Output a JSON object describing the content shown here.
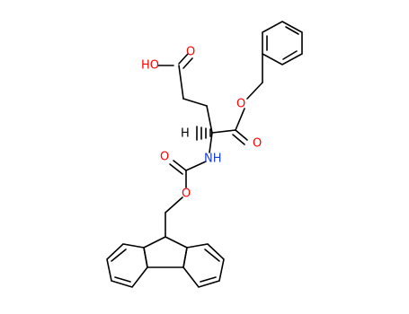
{
  "molecule": {
    "atom_labels": {
      "hydroxyl": "HO",
      "acid_carbonyl_o": "O",
      "ester_o": "O",
      "ester_carbonyl_o": "O",
      "stereo_h": "H",
      "amide_n": "NH",
      "carbamate_carbonyl_o": "O",
      "carbamate_ester_o": "O"
    },
    "colors": {
      "oxygen": "#ff0000",
      "nitrogen": "#1a3fd6",
      "carbon": "#000000",
      "hydrogen": "#000000"
    }
  }
}
